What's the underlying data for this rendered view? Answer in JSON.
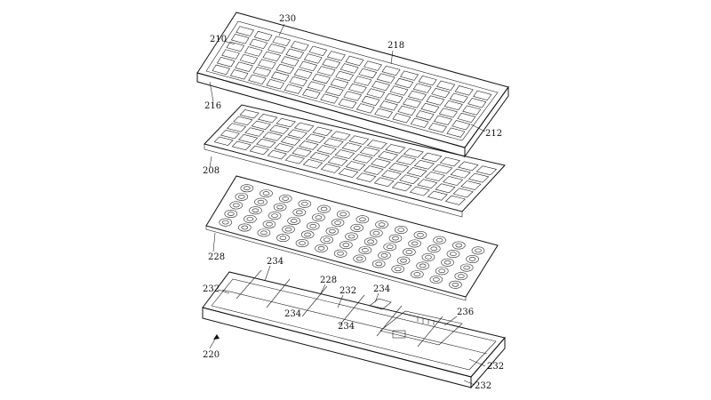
{
  "labels": {
    "frame_top": "230",
    "frame_left": "210",
    "frame_web": "218",
    "frame_side": "216",
    "frame_edge": "212",
    "keycap_layer": "208",
    "membrane": "228",
    "base_rib_top": "234",
    "base_wall_left": "232",
    "base_rib_center": "228",
    "base_wall_center": "232",
    "base_rib_right": "234",
    "base_cell_a": "234",
    "base_cell_b": "234",
    "base_board": "236",
    "base_wall_lower_right": "232",
    "base_wall_bottom": "232",
    "base_assembly": "220"
  },
  "colors": {
    "ink": "#111111",
    "paper": "#ffffff"
  }
}
